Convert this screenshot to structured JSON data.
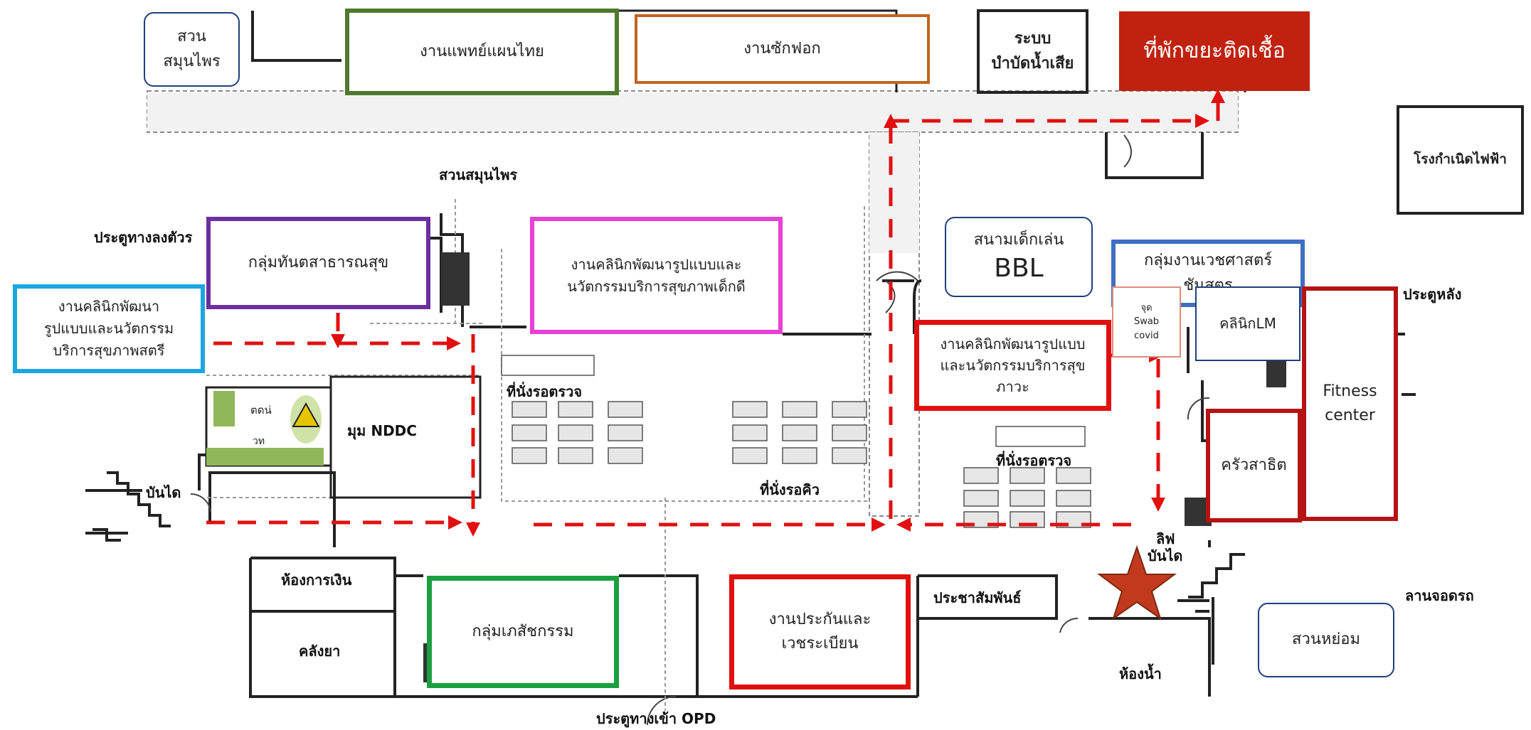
{
  "boxes": {
    "herb_garden_box": {
      "line1": "สวน",
      "line2": "สมุนไพร"
    },
    "thai_medicine": "งานแพทย์แผนไทย",
    "laundry": "งานซักฟอก",
    "wastewater": {
      "line1": "ระบบ",
      "line2": "บำบัดน้ำเสีย"
    },
    "infectious_waste": "ที่พักขยะติดเชื้อ",
    "dental": "กลุ่มทันตสาธารณสุข",
    "child_clinic": {
      "line1": "งานคลินิกพัฒนารูปแบบและ",
      "line2": "นวัตกรรมบริการสุขภาพเด็กดี"
    },
    "women_clinic": {
      "line1": "งานคลินิกพัฒนา",
      "line2": "รูปแบบและนวัตกรรม",
      "line3": "บริการสุขภาพสตรี"
    },
    "playground": {
      "line1": "สนามเด็กเล่น",
      "line2": "BBL"
    },
    "medtech": {
      "line1": "กลุ่มงานเวชศาสตร์",
      "line2": "ชันสูตร"
    },
    "swab": {
      "line1": "จุด",
      "line2": "Swab",
      "line3": "covid"
    },
    "lm_clinic": "คลินิกLM",
    "fitness": {
      "line1": "Fitness",
      "line2": "center"
    },
    "health_clinic": {
      "line1": "งานคลินิกพัฒนารูปแบบ",
      "line2": "และนวัตกรรมบริการสุข",
      "line3": "ภาวะ"
    },
    "cafeteria": "ครัวสาธิต",
    "pharmacy": "กลุ่มเภสัชกรรม",
    "insurance": {
      "line1": "งานประกันและ",
      "line2": "เวชระเบียน"
    },
    "rest_garden": "สวนหย่อม",
    "power_house": "โรงกำเนิดไฟฟ้า"
  },
  "labels": {
    "herb_garden": "สวนสมุนไพร",
    "downstairs_door": "ประตูทางลงตัวร",
    "back_door": "ประตูหลัง",
    "waiting_exam_1": "ที่นั่งรอตรวจ",
    "waiting_exam_2": "ที่นั่งรอตรวจ",
    "waiting_queue": "ที่นั่งรอคิว",
    "nddc_corner": "มุม NDDC",
    "stairs_left": "บันได",
    "cashier": "ห้องการเงิน",
    "drug_store": "คลังยา",
    "public_relations": "ประชาสัมพันธ์",
    "lift": "ลิฟ",
    "stairs_right": "บันได",
    "toilet": "ห้องน้ำ",
    "parking": "ลานจอดรถ",
    "opd_entrance": "ประตูทางเข้า OPD",
    "hazard_small": "ตดน่",
    "hazard_small2": "วท"
  },
  "colors": {
    "thai_medicine": "#4f7a2c",
    "laundry": "#c0651f",
    "infectious_waste": "#c0220f",
    "dental": "#6b2f9e",
    "child_clinic": "#e83fd7",
    "women_clinic": "#1aa6e0",
    "medtech": "#3f6fc3",
    "red_border": "#e11010",
    "dark_red": "#b41414",
    "pharmacy": "#1aa040",
    "navy": "#1f3f7a",
    "route": "#e11010",
    "star": "#c23a1e"
  }
}
